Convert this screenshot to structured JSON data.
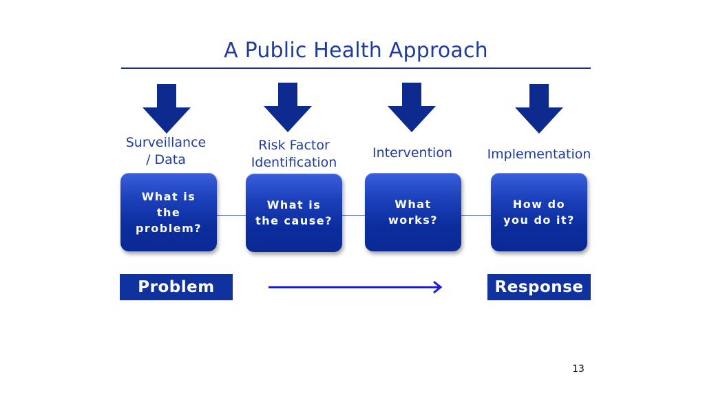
{
  "title": "A Public Health Approach",
  "steps": [
    {
      "label": "Surveillance\n/ Data",
      "question": "What is\nthe\nproblem?"
    },
    {
      "label": "Risk Factor\nIdentification",
      "question": "What is\nthe cause?"
    },
    {
      "label": "Intervention",
      "question": "What\nworks?"
    },
    {
      "label": "Implementation",
      "question": "How do\nyou do it?"
    }
  ],
  "banners": {
    "start": "Problem",
    "end": "Response"
  },
  "page_number": "13",
  "colors": {
    "accent": "#1f3b9e",
    "box": "#0b2c9c",
    "banner": "#10329e",
    "flow_arrow": "#1a1adf"
  }
}
